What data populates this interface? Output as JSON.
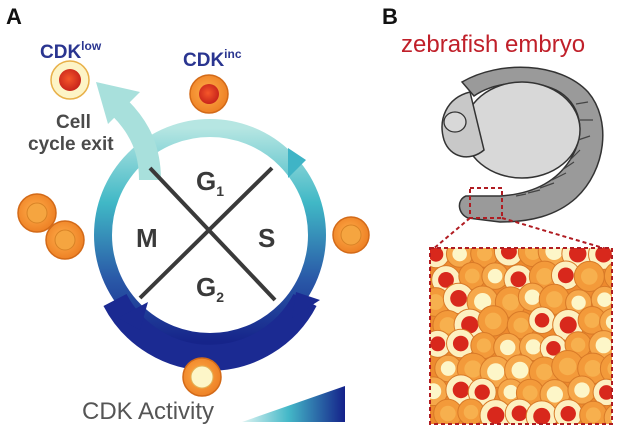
{
  "panel_a": {
    "letter": "A",
    "phases": {
      "g1": "G",
      "g1_sub": "1",
      "s": "S",
      "g2": "G",
      "g2_sub": "2",
      "m": "M"
    },
    "cdk_low": {
      "base": "CDK",
      "sup": "low"
    },
    "cdk_inc": {
      "base": "CDK",
      "sup": "inc"
    },
    "cell_cycle_exit": [
      "Cell",
      "cycle exit"
    ],
    "cdk_activity": "CDK Activity"
  },
  "panel_b": {
    "letter": "B",
    "title": "zebrafish embryo"
  },
  "colors": {
    "cycle_light": "#a8e0dc",
    "cycle_mid": "#3ab8c4",
    "cycle_dark": "#1a2a8c",
    "cell_orange": "#f08a2c",
    "cell_red": "#d42a1a",
    "cell_pale": "#fdf6c8",
    "title_red": "#c0202a",
    "cdk_blue": "#2a3590"
  }
}
